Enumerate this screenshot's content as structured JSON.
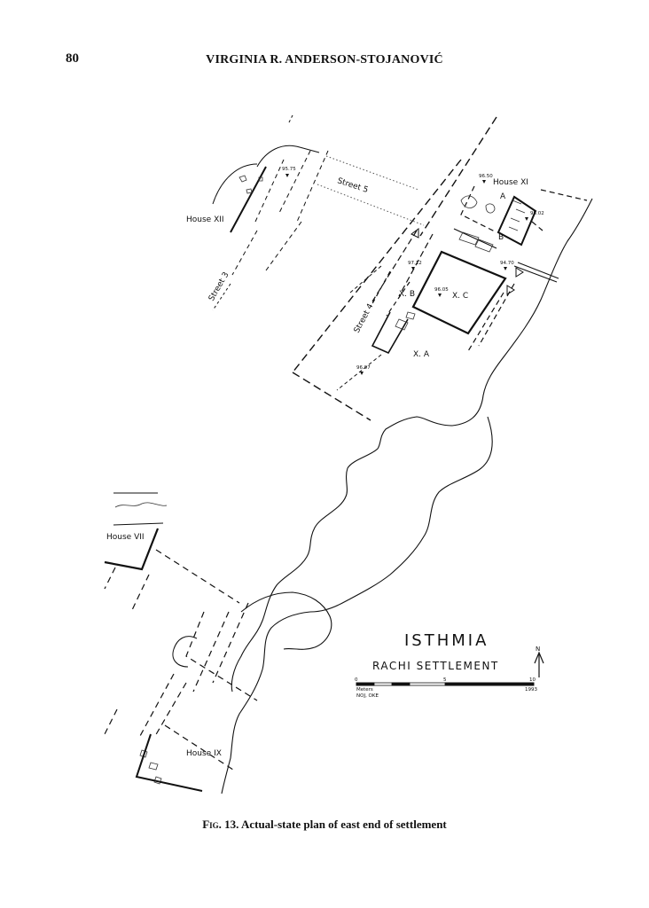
{
  "page": {
    "number": "80",
    "running_head": "VIRGINIA R. ANDERSON-STOJANOVIĆ"
  },
  "figure": {
    "caption_label": "Fig. 13.",
    "caption_text": "Actual-state plan of east end of settlement",
    "title_line1": "ISTHMIA",
    "title_line2": "RACHI  SETTLEMENT",
    "north_label": "N",
    "scale": {
      "units_label": "Meters",
      "tick_0": "0",
      "tick_5": "5",
      "tick_10": "10",
      "credit": "NOJ, OKE",
      "year": "1993"
    },
    "labels": {
      "house_xii": "House XII",
      "house_xi": "House XI",
      "house_vii": "House VII",
      "house_ix": "House IX",
      "street_5": "Street 5",
      "street_3": "Street 3",
      "street_4": "Street 4",
      "room_a": "A",
      "room_b": "B",
      "room_xb": "X. B",
      "room_xc": "X. C",
      "room_xa": "X. A"
    },
    "elevations": {
      "e1": "95.75",
      "e2": "96.50",
      "e3": "95.02",
      "e4": "97.12",
      "e5": "94.70",
      "e6": "96.05",
      "e7": "96.97"
    }
  }
}
